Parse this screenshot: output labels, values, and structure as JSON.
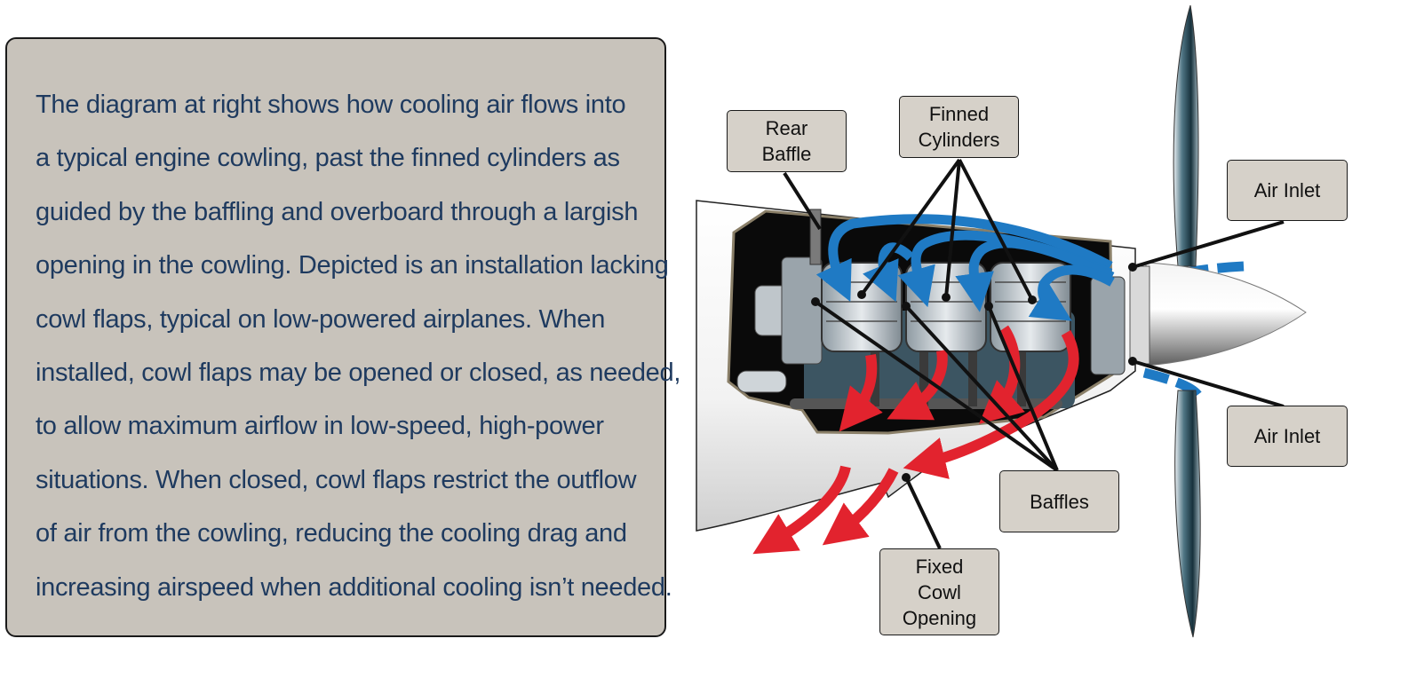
{
  "text_panel": {
    "lines": [
      "The diagram at right shows how cooling air flows into",
      "a typical engine cowling, past the finned cylinders as",
      "guided by the baffling and overboard through a largish",
      "opening in the cowling. Depicted is an installation lacking",
      "cowl flaps, typical on low-powered airplanes. When",
      "installed, cowl flaps may be opened or closed, as needed,",
      "to allow maximum airflow in low-speed, high-power",
      "situations. When closed, cowl flaps restrict the outflow",
      "of air from the cowling, reducing the cooling drag and",
      "increasing airspeed when additional cooling isn’t needed."
    ]
  },
  "labels": {
    "rear_baffle": "Rear\nBaffle",
    "finned_cylinders": "Finned\nCylinders",
    "air_inlet_top": "Air Inlet",
    "air_inlet_bottom": "Air Inlet",
    "baffles": "Baffles",
    "fixed_cowl_opening": "Fixed\nCowl\nOpening"
  },
  "colors": {
    "cool_air": "#1f7ac4",
    "hot_air": "#e2232e",
    "text": "#1e3a5f",
    "panel": "#c8c3bb"
  }
}
